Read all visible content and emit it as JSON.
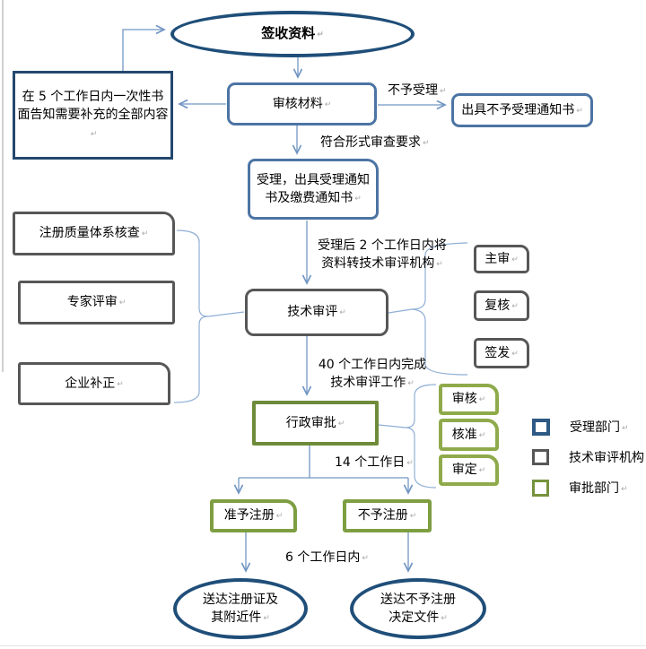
{
  "nodes": {
    "start": "签收资料",
    "review_materials": "审核材料",
    "notice_rejection": "出具不予受理通知书",
    "supplement_notice": "在 5 个工作日内一次性书面告知需要补充的全部内容",
    "acceptance": "受理，出具受理通知书及缴费通知书",
    "tech_review": "技术审评",
    "quality_check": "注册质量体系核查",
    "expert_review": "专家评审",
    "enterprise_correction": "企业补正",
    "main_review": "主审",
    "recheck": "复核",
    "sign_issue": "签发",
    "admin_approval": "行政审批",
    "audit": "审核",
    "approve": "核准",
    "finalize": "审定",
    "grant": "准予注册",
    "deny": "不予注册",
    "deliver_cert": "送达注册证及其附近件",
    "deliver_denial": "送达不予注册决定文件"
  },
  "edge_labels": {
    "not_accepted": "不予受理",
    "meets_requirements": "符合形式审查要求",
    "transfer_2days": "受理后 2 个工作日内将资料转技术审评机构",
    "complete_40days": "40 个工作日内完成技术审评工作",
    "days_14": "14 个工作日",
    "days_6": "6 个工作日内"
  },
  "legend": {
    "items": [
      {
        "label": "受理部门",
        "color": "#2E5984"
      },
      {
        "label": "技术审评机构",
        "color": "#575757"
      },
      {
        "label": "审批部门",
        "color": "#76923C"
      }
    ]
  },
  "palette": {
    "navy": "#1F4E79",
    "steel_blue": "#4C74A4",
    "gray": "#575757",
    "olive_dark": "#6E8B3A",
    "olive": "#8FAA4B",
    "connector": "#7296C4"
  }
}
